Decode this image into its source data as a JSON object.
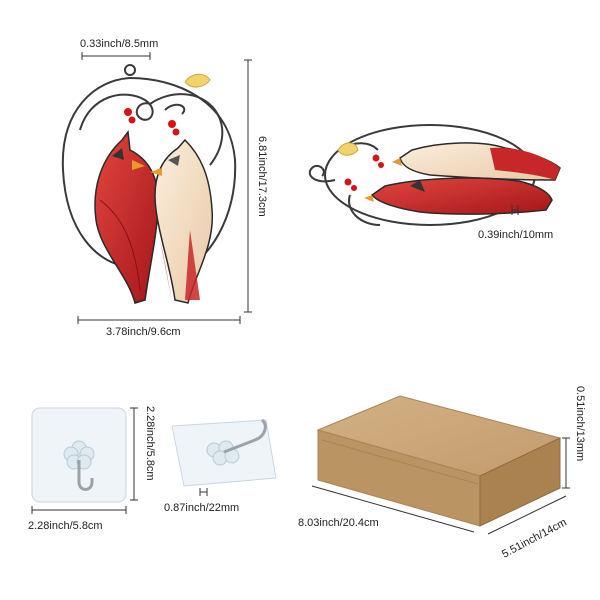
{
  "labels": {
    "ring_width": "0.33inch/8.5mm",
    "ornament_height": "6.81inch/17.3cm",
    "ornament_width": "3.78inch/9.6cm",
    "ornament_thickness": "0.39inch/10mm",
    "hook_width": "2.28inch/5.8cm",
    "hook_height": "2.28inch/5.8cm",
    "hook_depth": "0.87inch/22mm",
    "box_length": "8.03inch/20.4cm",
    "box_width": "5.51inch/14cm",
    "box_height": "0.51inch/13mm"
  },
  "colors": {
    "cardinal_red": "#c8272a",
    "cardinal_cream": "#f3dcc0",
    "wire": "#3a3a3a",
    "bead": "#d3141a",
    "leaf": "#f1d36b",
    "box_kraft": "#c9a57a",
    "hook_pad": "#eef4f8"
  },
  "icons": [
    "cardinal-ornament-front",
    "cardinal-ornament-side",
    "adhesive-hook-front",
    "adhesive-hook-side",
    "kraft-gift-box"
  ]
}
